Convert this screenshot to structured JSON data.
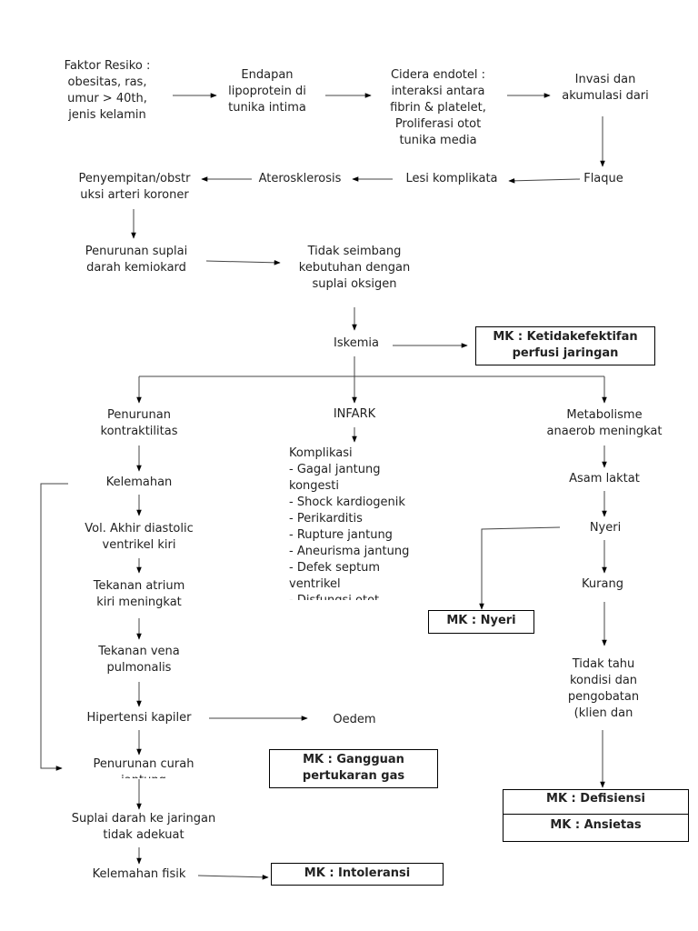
{
  "nodes": {
    "faktor": [
      "Faktor Resiko :",
      "obesitas, ras,",
      "umur > 40th,",
      "jenis kelamin"
    ],
    "endapan": [
      "Endapan",
      "lipoprotein di",
      "tunika intima"
    ],
    "cidera": [
      "Cidera endotel :",
      "interaksi antara",
      "fibrin & platelet,",
      "Proliferasi otot",
      "tunika media"
    ],
    "invasi": [
      "Invasi dan",
      "akumulasi dari"
    ],
    "flaque": "Flaque",
    "lesi": "Lesi komplikata",
    "aterosklerosis": "Aterosklerosis",
    "penyempitan": [
      "Penyempitan/obstr",
      "uksi arteri koroner"
    ],
    "penurunan_suplai": [
      "Penurunan suplai",
      "darah kemiokard"
    ],
    "tidak_seimbang": [
      "Tidak seimbang",
      "kebutuhan dengan",
      "suplai oksigen"
    ],
    "iskemia": "Iskemia",
    "penurunan_kontraktilitas": [
      "Penurunan",
      "kontraktilitas"
    ],
    "infark": "INFARK",
    "metabolisme": [
      "Metabolisme",
      "anaerob meningkat"
    ],
    "komplikasi": [
      "Komplikasi",
      "- Gagal jantung",
      "kongesti",
      "- Shock kardiogenik",
      "- Perikarditis",
      "- Rupture jantung",
      "- Aneurisma jantung",
      "- Defek septum",
      "ventrikel",
      "- Disfungsi otot"
    ],
    "kelemahan": "Kelemahan",
    "vol_akhir": [
      "Vol. Akhir diastolic",
      "ventrikel kiri"
    ],
    "tekanan_atrium": [
      "Tekanan atrium",
      "kiri meningkat"
    ],
    "tekanan_vena": [
      "Tekanan vena",
      "pulmonalis"
    ],
    "hipertensi": "Hipertensi kapiler",
    "oedem": "Oedem",
    "penurunan_curah": [
      "Penurunan curah",
      "jantung"
    ],
    "suplai_darah": [
      "Suplai darah ke jaringan",
      "tidak adekuat"
    ],
    "kelemahan_fisik": "Kelemahan fisik",
    "asam_laktat": "Asam laktat",
    "nyeri": "Nyeri",
    "kurang": "Kurang",
    "tidak_tahu": [
      "Tidak tahu",
      "kondisi dan",
      "pengobatan",
      "(klien dan"
    ]
  },
  "boxes": {
    "mk_perfusi": [
      "MK : Ketidakefektifan",
      "perfusi jaringan"
    ],
    "mk_nyeri": "MK : Nyeri",
    "mk_gas": [
      "MK : Gangguan",
      "pertukaran gas"
    ],
    "mk_intoleransi": "MK : Intoleransi",
    "mk_defisiensi": "MK : Defisiensi",
    "mk_ansietas": "MK : Ansietas"
  }
}
